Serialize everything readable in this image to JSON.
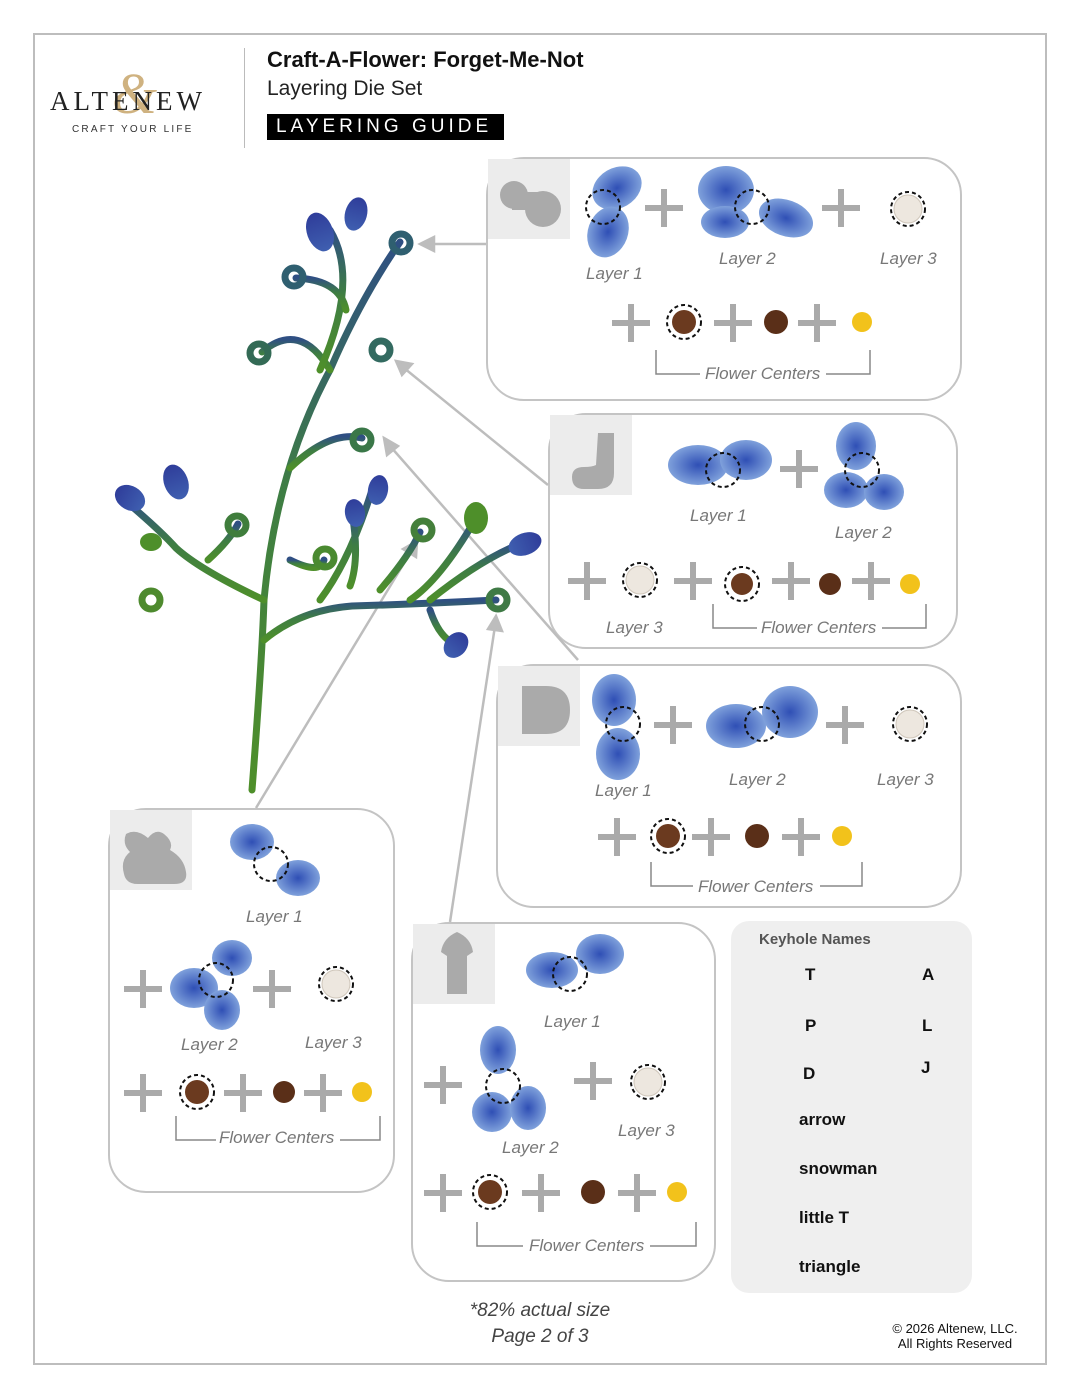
{
  "brand": {
    "name": "ALTENEW",
    "amp": "&",
    "tagline": "CRAFT YOUR LIFE"
  },
  "header": {
    "title": "Craft-A-Flower: Forget-Me-Not",
    "subtitle": "Layering Die Set",
    "guide_label": "LAYERING GUIDE"
  },
  "labels": {
    "layer1": "Layer 1",
    "layer2": "Layer 2",
    "layer3": "Layer 3",
    "centers": "Flower Centers"
  },
  "keyhole": {
    "title": "Keyhole Names",
    "items": [
      "T",
      "A",
      "P",
      "L",
      "D",
      "J",
      "arrow",
      "snowman",
      "little T",
      "triangle"
    ]
  },
  "footer": {
    "size_note": "*82% actual size",
    "page": "Page 2 of 3",
    "copyright": "© 2026 Altenew, LLC.",
    "rights": "All Rights Reserved"
  },
  "colors": {
    "blue_dark": "#2b3c95",
    "blue_petal": "#6f96d3",
    "stem_green": "#4b8a2e",
    "stem_teal": "#35647a",
    "center_brown": "#6b3a1f",
    "center_yellow": "#f2c21b",
    "line_gray": "#c4c4c4"
  }
}
